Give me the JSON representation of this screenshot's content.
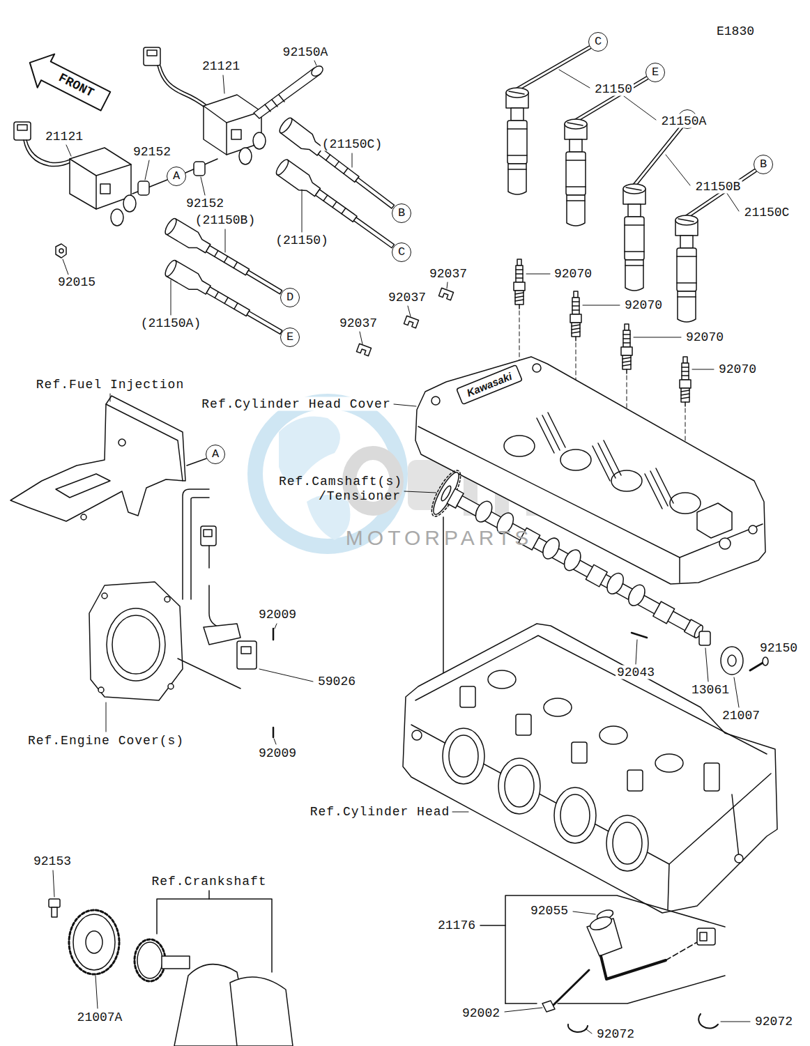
{
  "diagram": {
    "nodes": [
      {
        "text": [
          "C"
        ]
      },
      {
        "text": [
          "E"
        ]
      },
      {
        "text": [
          "D"
        ]
      },
      {
        "text": [
          "B"
        ]
      },
      {
        "text": [
          "A"
        ]
      },
      {
        "text": [
          "B"
        ]
      },
      {
        "text": [
          "C"
        ]
      },
      {
        "text": [
          "D"
        ]
      },
      {
        "text": [
          "E"
        ]
      },
      {
        "text": [
          "A"
        ]
      }
    ],
    "labels": [
      "E1830",
      "FRONT",
      "21121",
      "92150A",
      "21121",
      "92152",
      "(21150C)",
      "92152",
      "(21150B)",
      "(21150)",
      "92015",
      "(21150A)",
      "21150",
      "21150A",
      "21150B",
      "21150C",
      "92037",
      "92037",
      "92037",
      "92070",
      "92070",
      "92070",
      "92070",
      "Kawasaki",
      "Ref.Fuel Injection",
      "Ref.Cylinder Head Cover",
      "Ref.Camshaft(s) /Tensioner",
      "MOTORPARTS",
      "92009",
      "59026",
      "Ref.Engine Cover(s)",
      "92009",
      "92043",
      "13061",
      "92150",
      "21007",
      "Ref.Cylinder Head",
      "92153",
      "Ref.Crankshaft",
      "92055",
      "21176",
      "21007A",
      "92002",
      "92072",
      "92072"
    ]
  }
}
